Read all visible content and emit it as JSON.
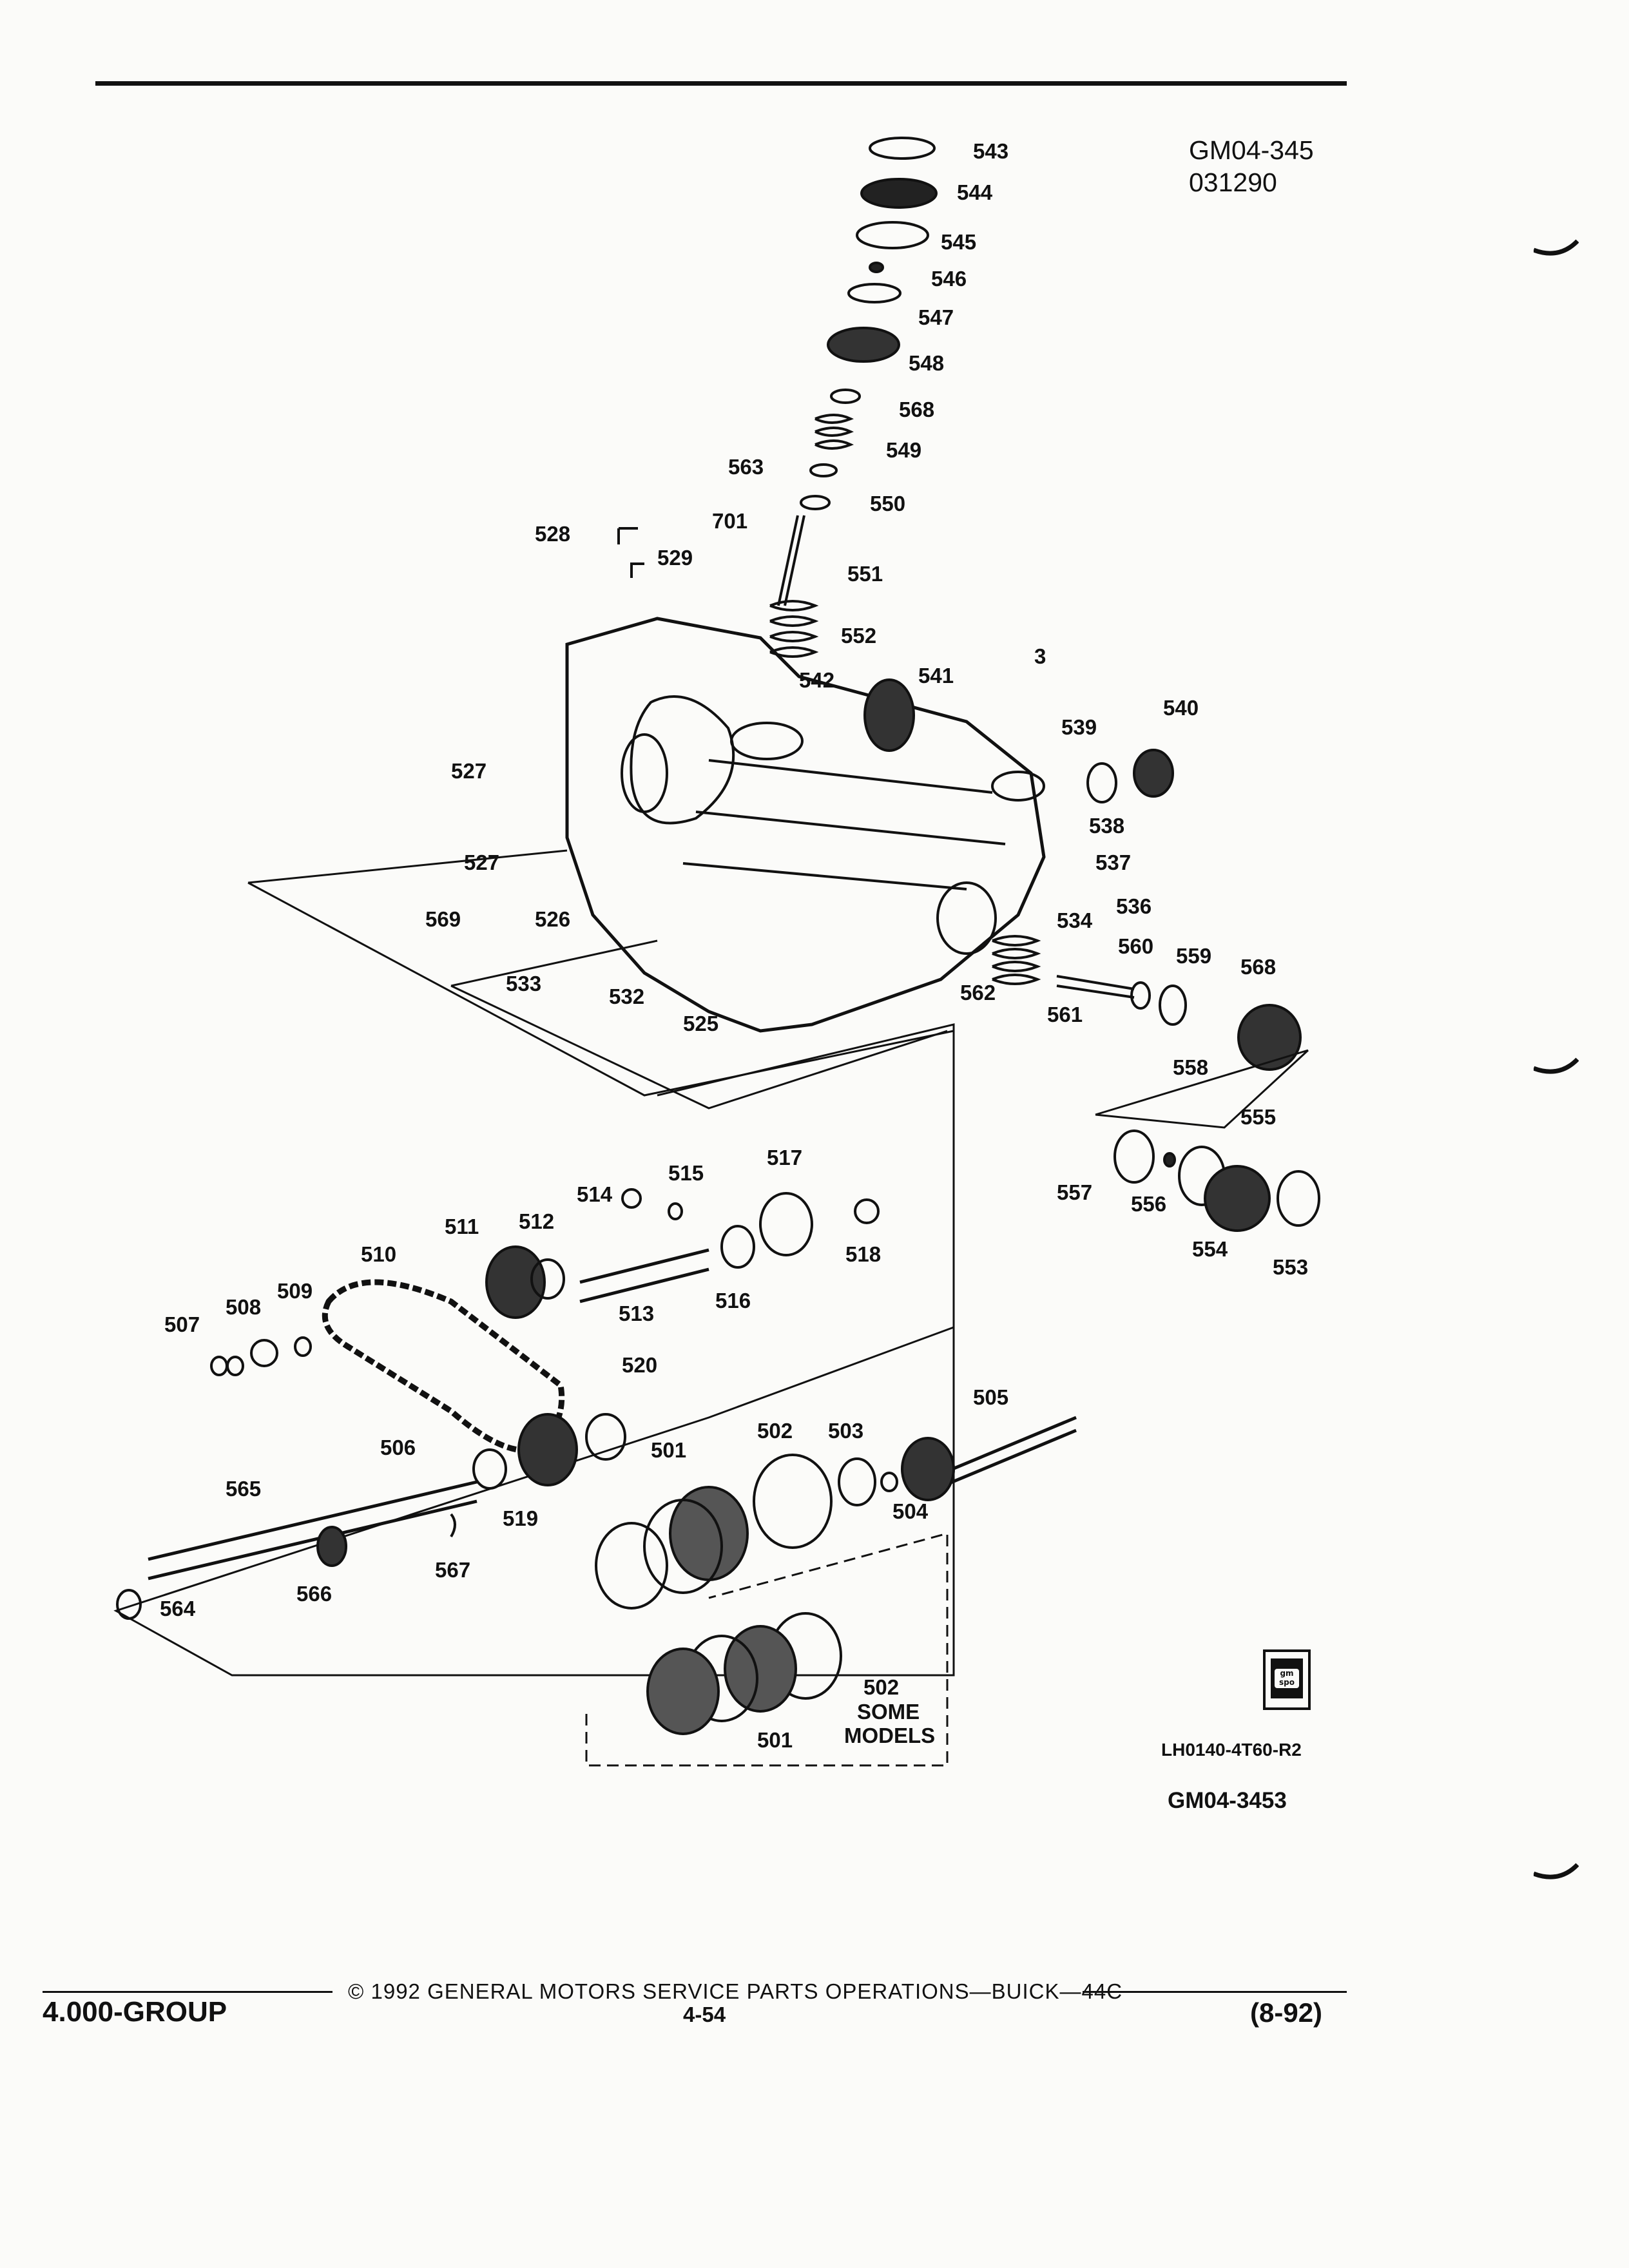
{
  "header": {
    "id_line1": "GM04-345",
    "id_line2": "031290"
  },
  "figure": {
    "parts": [
      {
        "label": "543"
      },
      {
        "label": "544"
      },
      {
        "label": "545"
      },
      {
        "label": "546"
      },
      {
        "label": "547"
      },
      {
        "label": "548"
      },
      {
        "label": "568"
      },
      {
        "label": "549"
      },
      {
        "label": "563"
      },
      {
        "label": "550"
      },
      {
        "label": "701"
      },
      {
        "label": "528"
      },
      {
        "label": "529"
      },
      {
        "label": "551"
      },
      {
        "label": "552"
      },
      {
        "label": "542"
      },
      {
        "label": "541"
      },
      {
        "label": "3"
      },
      {
        "label": "539"
      },
      {
        "label": "540"
      },
      {
        "label": "527"
      },
      {
        "label": "527"
      },
      {
        "label": "538"
      },
      {
        "label": "537"
      },
      {
        "label": "536"
      },
      {
        "label": "534"
      },
      {
        "label": "569"
      },
      {
        "label": "526"
      },
      {
        "label": "533"
      },
      {
        "label": "532"
      },
      {
        "label": "525"
      },
      {
        "label": "560"
      },
      {
        "label": "559"
      },
      {
        "label": "568"
      },
      {
        "label": "562"
      },
      {
        "label": "561"
      },
      {
        "label": "558"
      },
      {
        "label": "555"
      },
      {
        "label": "557"
      },
      {
        "label": "556"
      },
      {
        "label": "554"
      },
      {
        "label": "553"
      },
      {
        "label": "517"
      },
      {
        "label": "514"
      },
      {
        "label": "515"
      },
      {
        "label": "511"
      },
      {
        "label": "512"
      },
      {
        "label": "510"
      },
      {
        "label": "518"
      },
      {
        "label": "513"
      },
      {
        "label": "516"
      },
      {
        "label": "509"
      },
      {
        "label": "508"
      },
      {
        "label": "507"
      },
      {
        "label": "520"
      },
      {
        "label": "505"
      },
      {
        "label": "506"
      },
      {
        "label": "501"
      },
      {
        "label": "502"
      },
      {
        "label": "503"
      },
      {
        "label": "565"
      },
      {
        "label": "519"
      },
      {
        "label": "504"
      },
      {
        "label": "567"
      },
      {
        "label": "566"
      },
      {
        "label": "564"
      },
      {
        "label": "502"
      },
      {
        "label": "501"
      }
    ],
    "some_models_line1": "SOME",
    "some_models_line2": "MODELS"
  },
  "illustration_ref": "LH0140-4T60-R2",
  "figure_ref": "GM04-3453",
  "logo_text": "gm spo",
  "footer": {
    "group": "4.000-GROUP",
    "copyright": "© 1992 GENERAL MOTORS SERVICE PARTS OPERATIONS—BUICK—44C",
    "page": "4-54",
    "date": "(8-92)"
  }
}
